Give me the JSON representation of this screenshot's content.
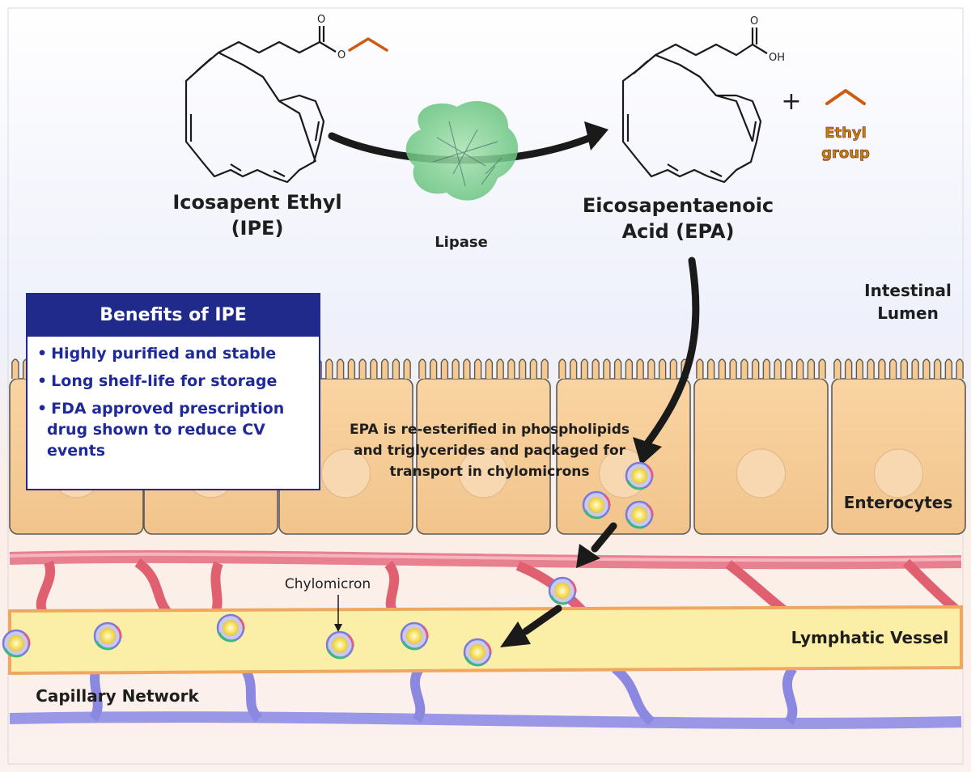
{
  "reaction": {
    "ipe_name": "Icosapent Ethyl",
    "ipe_abbr": "(IPE)",
    "enzyme": "Lipase",
    "epa_name": "Eicosapentaenoic",
    "epa_abbr": "Acid (EPA)",
    "plus": "+",
    "ethyl_line1": "Ethyl",
    "ethyl_line2": "group",
    "atom_o_top": "O",
    "atom_o_ester": "O",
    "atom_o_acid": "O",
    "atom_oh": "OH"
  },
  "regions": {
    "lumen_line1": "Intestinal",
    "lumen_line2": "Lumen",
    "enterocytes": "Enterocytes",
    "lymphatic": "Lymphatic Vessel",
    "capillary": "Capillary Network",
    "chylomicron": "Chylomicron"
  },
  "process_text": [
    "EPA is re-esterified in phospholipids",
    "and triglycerides and packaged for",
    "transport in chylomicrons"
  ],
  "benefits": {
    "title": "Benefits of IPE",
    "items": [
      "Highly purified and stable",
      "Long shelf-life for storage",
      "FDA approved prescription drug shown to reduce CV events"
    ]
  },
  "colors": {
    "box_blue": "#1f2a8a",
    "cell_fill": "#f5c98f",
    "lymph_fill": "#fbeea6",
    "blood_red": "#e06070",
    "blood_blue": "#8a88e0",
    "lipase_green": "#7fcf8f",
    "ethyl_orange": "#d05a10"
  }
}
